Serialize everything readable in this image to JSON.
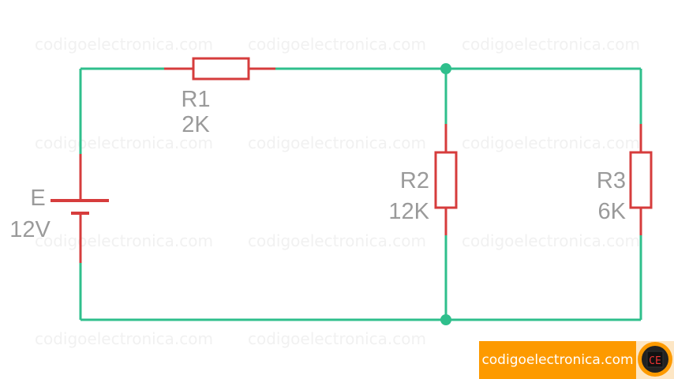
{
  "watermark": "codigoelectronica.com",
  "colors": {
    "wire": "#2fbf8c",
    "component": "#d63c3c",
    "label": "#9a9a9a",
    "brand": "#fd9a00"
  },
  "battery": {
    "name": "E",
    "value": "12V"
  },
  "resistors": [
    {
      "name": "R1",
      "value": "2K"
    },
    {
      "name": "R2",
      "value": "12K"
    },
    {
      "name": "R3",
      "value": "6K"
    }
  ],
  "logo": {
    "text": "codigoelectronica.com",
    "icon_text": "CE"
  }
}
